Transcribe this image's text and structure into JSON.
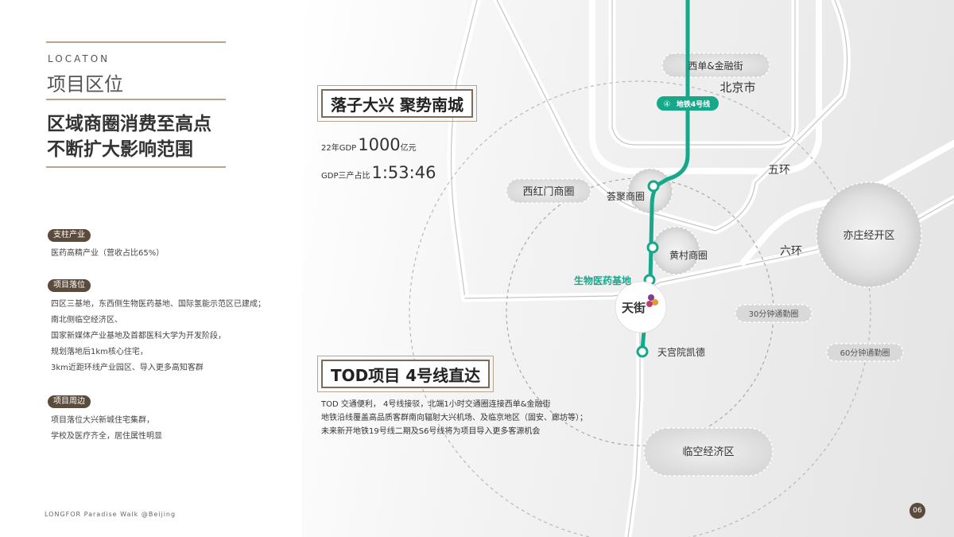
{
  "sidebar": {
    "eyebrow": "LOCATON",
    "title": "项目区位",
    "headline_1": "区域商圈消费至高点",
    "headline_2": "不断扩大影响范围",
    "sections": [
      {
        "tag": "支柱产业",
        "lines": [
          "医药高精产业（营收占比65%）"
        ]
      },
      {
        "tag": "项目落位",
        "lines": [
          "四区三基地，东西侧生物医药基地、国际氢能示范区已建成；",
          "南北侧临空经济区、",
          "国家新媒体产业基地及首都医科大学为开发阶段，",
          "规划落地后1km核心住宅，",
          "3km近距环线产业园区、导入更多高知客群"
        ]
      },
      {
        "tag": "项目周边",
        "lines": [
          "项目落位大兴新城住宅集群，",
          "学校及医疗齐全，居住属性明显"
        ]
      }
    ],
    "footer": "LONGFOR Paradise Walk @Beijing"
  },
  "page_number": "06",
  "highlights": {
    "box1": "落子大兴 聚势南城",
    "gdp_prefix": "22年GDP",
    "gdp_value": "1000",
    "gdp_unit": "亿元",
    "ratio_prefix": "GDP三产占比",
    "ratio_value": "1:53:46",
    "box2": "TOD项目 4号线直达",
    "tod_lines": [
      "TOD 交通便利， 4号线接驳，北端1小时交通圈连接西单&金融街",
      "地铁沿线覆盖高品质客群南向辐射大兴机场、及临京地区（固安、廊坊等）；",
      "未来新开地铁19号线二期及S6号线将为项目导入更多客源机会"
    ]
  },
  "map": {
    "districts": [
      "西单&金融街",
      "西红门商圈",
      "荟聚商圈",
      "黄村商圈",
      "亦庄经开区",
      "临空经济区"
    ],
    "city": "北京市",
    "rings": [
      "五环",
      "六环"
    ],
    "metro_label": "地铁4号线",
    "metro_circle_symbol": "④",
    "stations": [
      "生物医药基地",
      "天宫院凯德"
    ],
    "project_logo": "天街",
    "commute": [
      "30分钟通勤圈",
      "60分钟通勤圈"
    ],
    "metro_color": "#17a88a",
    "brand_color": "#5b4b3d"
  }
}
